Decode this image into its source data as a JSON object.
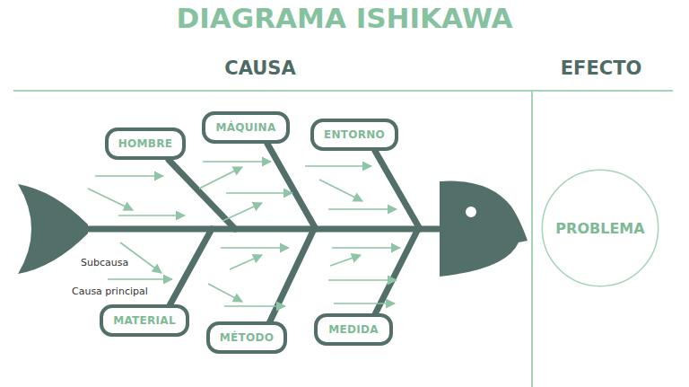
{
  "diagram": {
    "title": "DIAGRAMA ISHIKAWA",
    "nodes": [
      {
        "text": [
          "HOMBRE"
        ]
      },
      {
        "text": [
          "MÁQUINA"
        ]
      },
      {
        "text": [
          "ENTORNO"
        ]
      },
      {
        "text": [
          "MATERIAL"
        ]
      },
      {
        "text": [
          "MÉTODO"
        ]
      },
      {
        "text": [
          "MEDIDA"
        ]
      },
      {
        "text": [
          "PROBLEMA"
        ]
      }
    ],
    "labels": [
      "CAUSA",
      "EFECTO",
      "Subcausa",
      "Causa principal"
    ]
  }
}
